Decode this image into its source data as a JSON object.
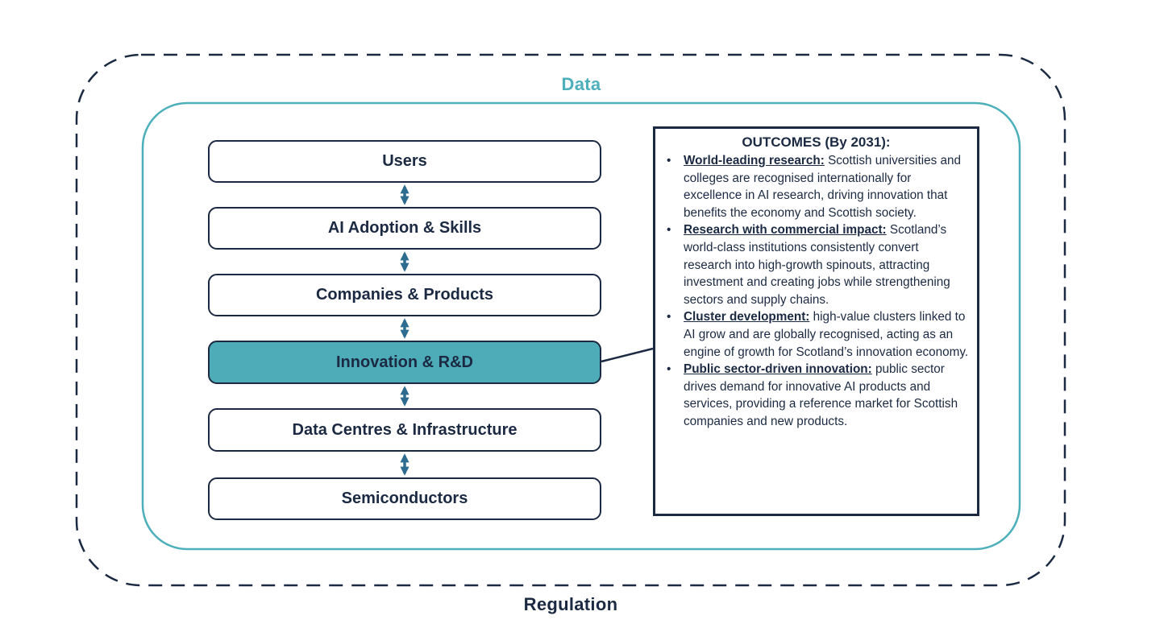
{
  "diagram": {
    "outer_region_label": "Regulation",
    "inner_region_label": "Data",
    "colors": {
      "navy": "#1B2A42",
      "teal": "#4CAFBA",
      "highlight_fill": "#4DACB8",
      "arrow_blue": "#2E6C8F"
    },
    "stack": {
      "boxes": [
        {
          "label": "Users",
          "highlighted": false
        },
        {
          "label": "AI Adoption & Skills",
          "highlighted": false
        },
        {
          "label": "Companies & Products",
          "highlighted": false
        },
        {
          "label": "Innovation & R&D",
          "highlighted": true
        },
        {
          "label": "Data Centres & Infrastructure",
          "highlighted": false
        },
        {
          "label": "Semiconductors",
          "highlighted": false
        }
      ]
    },
    "outcomes": {
      "title": "OUTCOMES (By 2031):",
      "bullet_glyph": "•",
      "bullets": [
        {
          "lead": "World-leading research:",
          "text": "Scottish universities and colleges are recognised internationally for excellence in AI research, driving innovation that benefits the economy and Scottish society."
        },
        {
          "lead": "Research with commercial impact:",
          "text": "Scotland’s world-class institutions consistently convert research into high-growth spinouts, attracting investment and creating jobs while strengthening sectors and supply chains."
        },
        {
          "lead": "Cluster development:",
          "text": "high-value clusters linked to AI grow and are globally recognised, acting as an engine of growth for Scotland’s innovation economy."
        },
        {
          "lead": "Public sector-driven innovation:",
          "text": "public sector drives demand for innovative AI products and services, providing a reference market for Scottish companies and new products."
        }
      ]
    }
  }
}
